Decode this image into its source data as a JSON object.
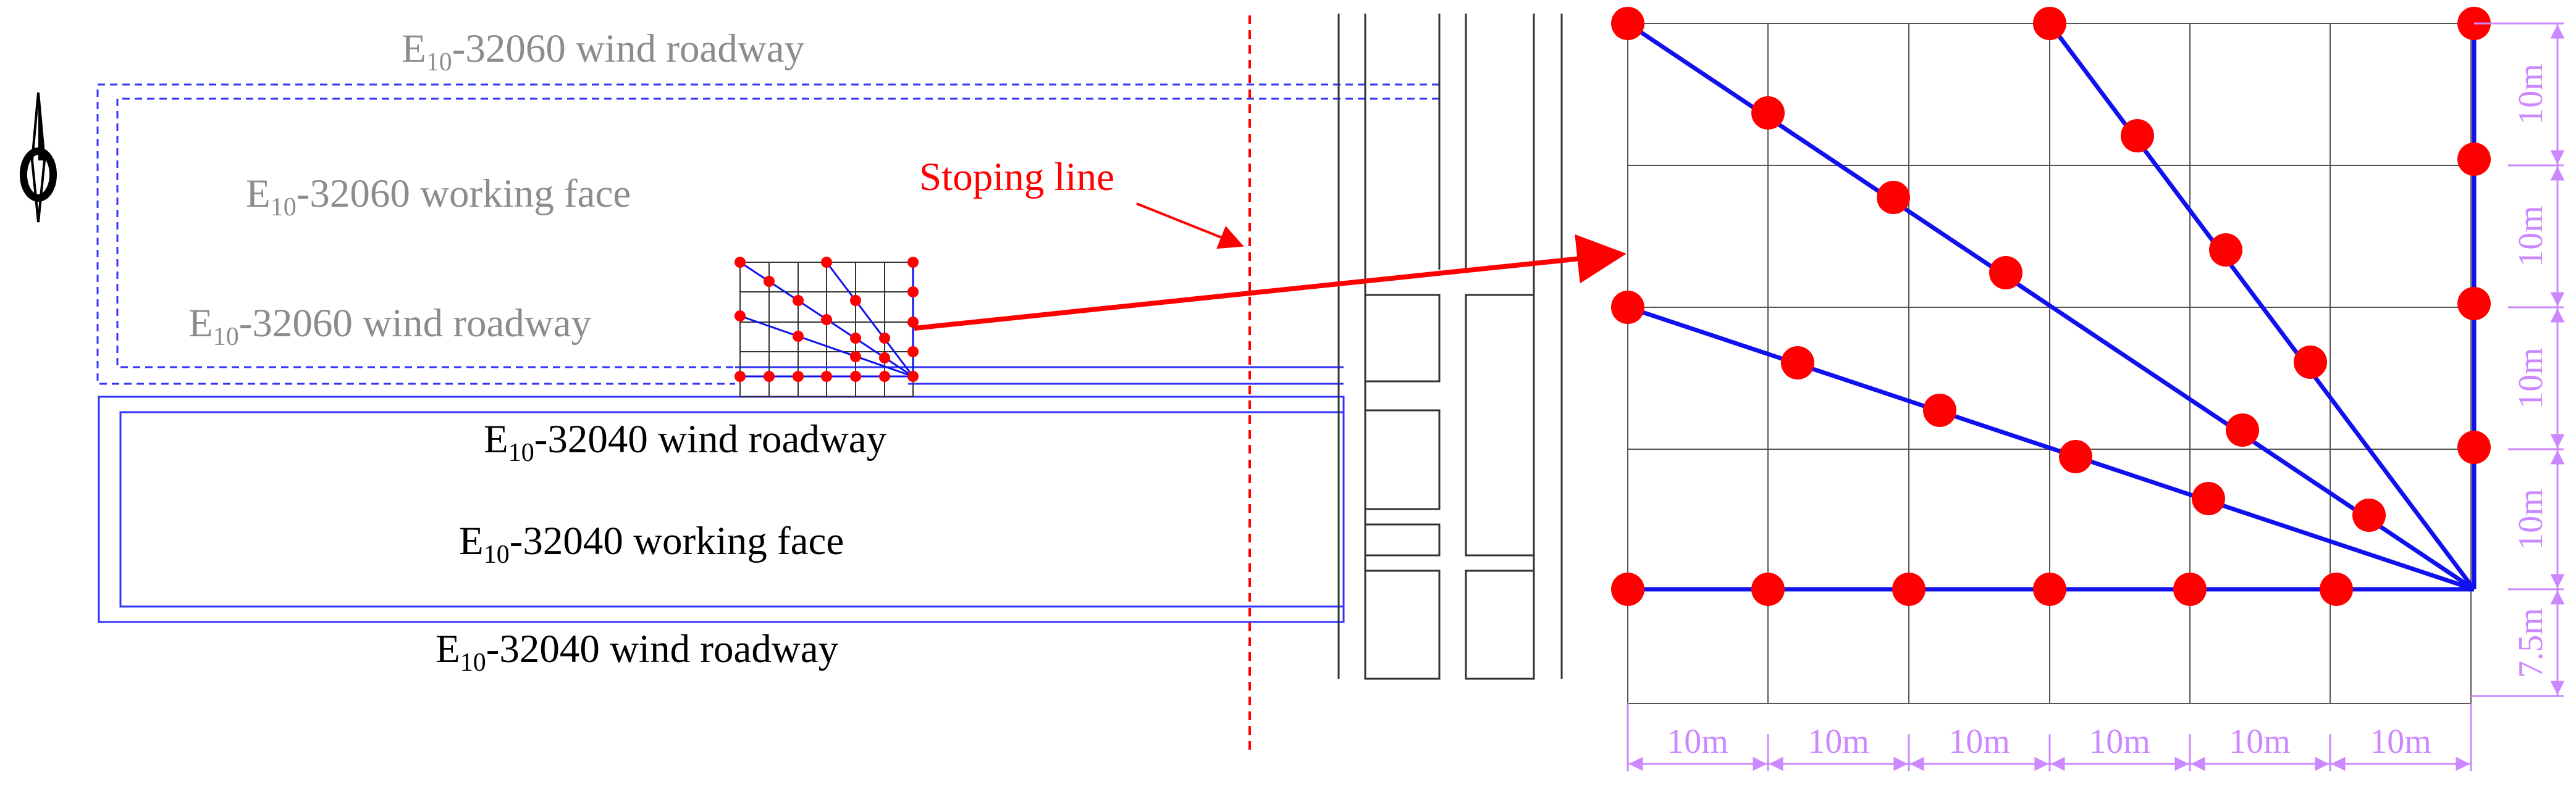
{
  "labels": {
    "top_wind_roadway": {
      "prefix": "E",
      "sub": "10",
      "rest": "-32060 wind roadway"
    },
    "upper_working_face": {
      "prefix": "E",
      "sub": "10",
      "rest": "-32060 working face"
    },
    "upper_lower_wind_roadway": {
      "prefix": "E",
      "sub": "10",
      "rest": "-32060 wind roadway"
    },
    "lower_upper_wind_roadway": {
      "prefix": "E",
      "sub": "10",
      "rest": "-32040 wind roadway"
    },
    "lower_working_face": {
      "prefix": "E",
      "sub": "10",
      "rest": "-32040 working face"
    },
    "bottom_wind_roadway": {
      "prefix": "E",
      "sub": "10",
      "rest": "-32040 wind roadway"
    },
    "stoping_line": "Stoping line"
  },
  "dimensions": {
    "horizontal": [
      "10m",
      "10m",
      "10m",
      "10m",
      "10m",
      "10m"
    ],
    "vertical": [
      "10m",
      "10m",
      "10m",
      "10m",
      "7.5m"
    ]
  },
  "colors": {
    "gray_text": "#8c8c8c",
    "roadway_blue": "#3333ff",
    "line_blue": "#1111ee",
    "point_red": "#ff0000",
    "dim_purple": "#cc88ff"
  },
  "icons": {
    "north_arrow": "north-arrow-icon"
  }
}
